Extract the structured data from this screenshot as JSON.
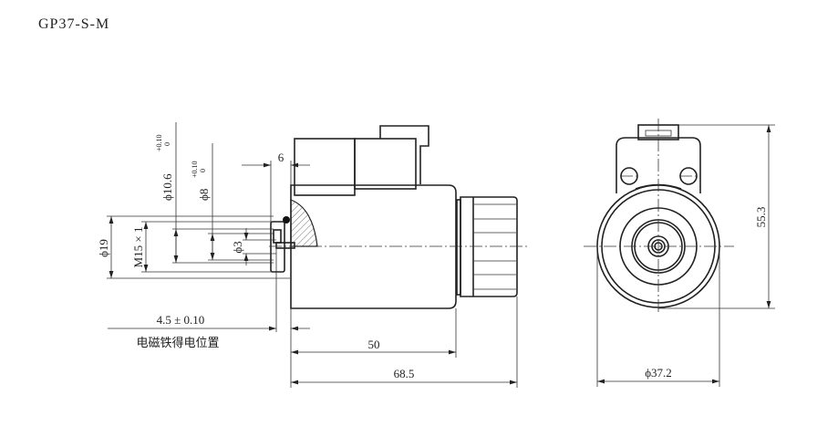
{
  "title": "GP37-S-M",
  "dimensions": {
    "phi19": "ϕ19",
    "m15": "M15 × 1",
    "phi10_6": "ϕ10.6",
    "phi10_6_tol_upper": "+0.10",
    "phi10_6_tol_lower": "0",
    "phi8": "ϕ8",
    "phi8_tol_upper": "+0.10",
    "phi8_tol_lower": "0",
    "phi3": "ϕ3",
    "six": "6",
    "stroke": "4.5 ± 0.10",
    "stroke_note": "电磁铁得电位置",
    "fifty": "50",
    "overall": "68.5",
    "height": "55.3",
    "phi37_2": "ϕ37.2"
  }
}
